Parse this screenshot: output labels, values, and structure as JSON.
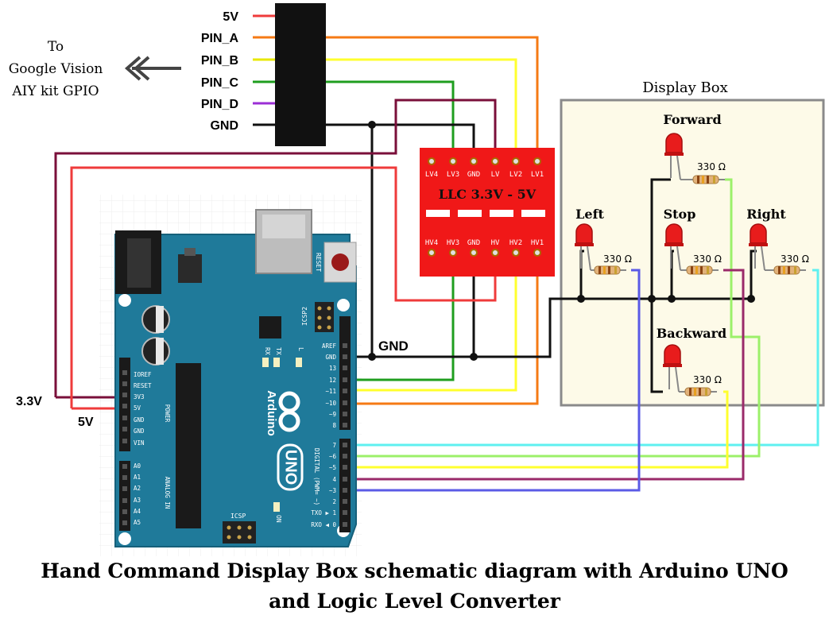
{
  "connector": {
    "pins": [
      "5V",
      "PIN_A",
      "PIN_B",
      "PIN_C",
      "PIN_D",
      "GND"
    ],
    "destination": [
      "To",
      "Google Vision",
      "AIY kit GPIO"
    ]
  },
  "llc": {
    "title": "LLC 3.3V - 5V",
    "top_pins": [
      "LV4",
      "LV3",
      "GND",
      "LV",
      "LV2",
      "LV1"
    ],
    "bottom_pins": [
      "HV4",
      "HV3",
      "GND",
      "HV",
      "HV2",
      "HV1"
    ]
  },
  "display_box": {
    "title": "Display Box",
    "leds": [
      {
        "label": "Forward",
        "resistor": "330 Ω"
      },
      {
        "label": "Left",
        "resistor": "330 Ω"
      },
      {
        "label": "Stop",
        "resistor": "330 Ω"
      },
      {
        "label": "Right",
        "resistor": "330 Ω"
      },
      {
        "label": "Backward",
        "resistor": "330 Ω"
      }
    ]
  },
  "labels": {
    "gnd": "GND",
    "v33": "3.3V",
    "v5": "5V"
  },
  "arduino": {
    "brand": "Arduino",
    "model": "UNO",
    "reset": "RESET",
    "icsp2": "ICSP2",
    "icsp": "ICSP",
    "tx": "TX",
    "rx": "RX",
    "l": "L",
    "on": "ON",
    "power_label": "POWER",
    "analog_label": "ANALOG IN",
    "digital_label": "DIGITAL (PWM= ~)",
    "power_pins": [
      "IOREF",
      "RESET",
      "3V3",
      "5V",
      "GND",
      "GND",
      "VIN"
    ],
    "analog_pins": [
      "A0",
      "A1",
      "A2",
      "A3",
      "A4",
      "A5"
    ],
    "digital_upper": [
      "AREF",
      "GND",
      "13",
      "12",
      "~11",
      "~10",
      "~9",
      "8"
    ],
    "digital_lower": [
      "7",
      "~6",
      "~5",
      "4",
      "~3",
      "2",
      "TXO ▶ 1",
      "RXO ◀ 0"
    ]
  },
  "wire_colors": {
    "red": "#ef3b3b",
    "orange": "#f57a14",
    "yellow": "#ffff2e",
    "green": "#1f9e1f",
    "purple": "#9b2fd6",
    "black": "#111111",
    "maroon": "#7a0f3a",
    "cyan": "#5ff0f0",
    "lightgreen": "#9cf06a",
    "blue": "#5a5ae6",
    "darkmagenta": "#9a2a6a"
  },
  "caption": {
    "line1": "Hand Command Display Box schematic diagram with Arduino UNO",
    "line2": "and Logic Level Converter"
  }
}
